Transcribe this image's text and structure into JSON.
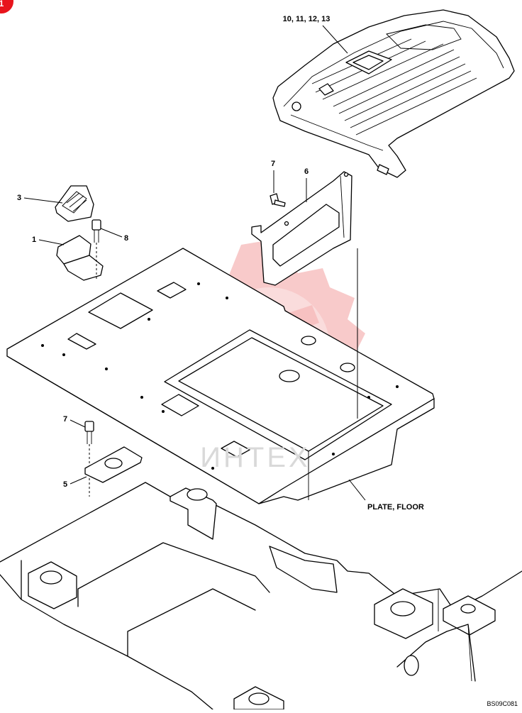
{
  "badge": "1",
  "callouts": {
    "c10_13": "10, 11, 12, 13",
    "c7a": "7",
    "c6": "6",
    "c3": "3",
    "c8": "8",
    "c1": "1",
    "c7b": "7",
    "c5": "5"
  },
  "plate_label": "PLATE, FLOOR",
  "drawing_code": "BS09C081",
  "watermark_text": "ИНТЕХ",
  "colors": {
    "accent": "#e8141c",
    "watermark": "#f6b8b8",
    "line": "#000000"
  }
}
